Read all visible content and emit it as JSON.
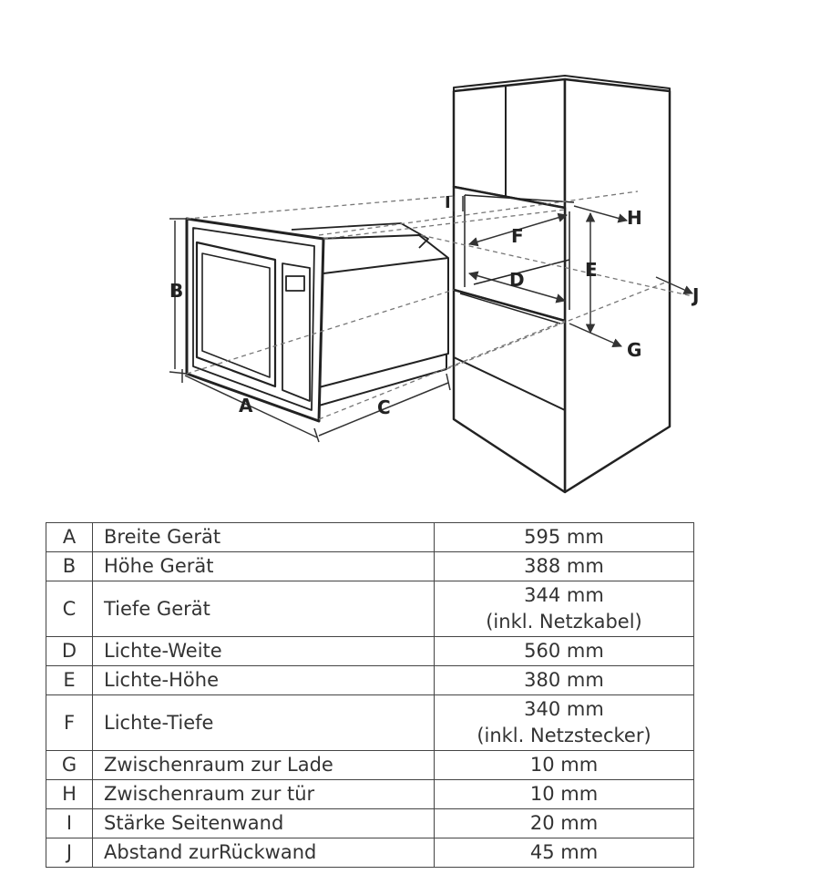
{
  "diagram": {
    "labels": {
      "A": "A",
      "B": "B",
      "C": "C",
      "D": "D",
      "E": "E",
      "F": "F",
      "G": "G",
      "H": "H",
      "I": "I",
      "J": "J"
    }
  },
  "table": {
    "rows": [
      {
        "letter": "A",
        "desc": "Breite Gerät",
        "value": [
          "595 mm"
        ]
      },
      {
        "letter": "B",
        "desc": "Höhe Gerät",
        "value": [
          "388 mm"
        ]
      },
      {
        "letter": "C",
        "desc": "Tiefe Gerät",
        "value": [
          "344 mm",
          "(inkl. Netzkabel)"
        ]
      },
      {
        "letter": "D",
        "desc": "Lichte-Weite",
        "value": [
          "560 mm"
        ]
      },
      {
        "letter": "E",
        "desc": "Lichte-Höhe",
        "value": [
          "380 mm"
        ]
      },
      {
        "letter": "F",
        "desc": "Lichte-Tiefe",
        "value": [
          "340 mm",
          "(inkl. Netzstecker)"
        ]
      },
      {
        "letter": "G",
        "desc": "Zwischenraum zur Lade",
        "value": [
          "10 mm"
        ]
      },
      {
        "letter": "H",
        "desc": "Zwischenraum zur tür",
        "value": [
          "10 mm"
        ]
      },
      {
        "letter": "I",
        "desc": "Stärke Seitenwand",
        "value": [
          "20 mm"
        ]
      },
      {
        "letter": "J",
        "desc": "Abstand zurRückwand",
        "value": [
          "45 mm"
        ]
      }
    ]
  }
}
